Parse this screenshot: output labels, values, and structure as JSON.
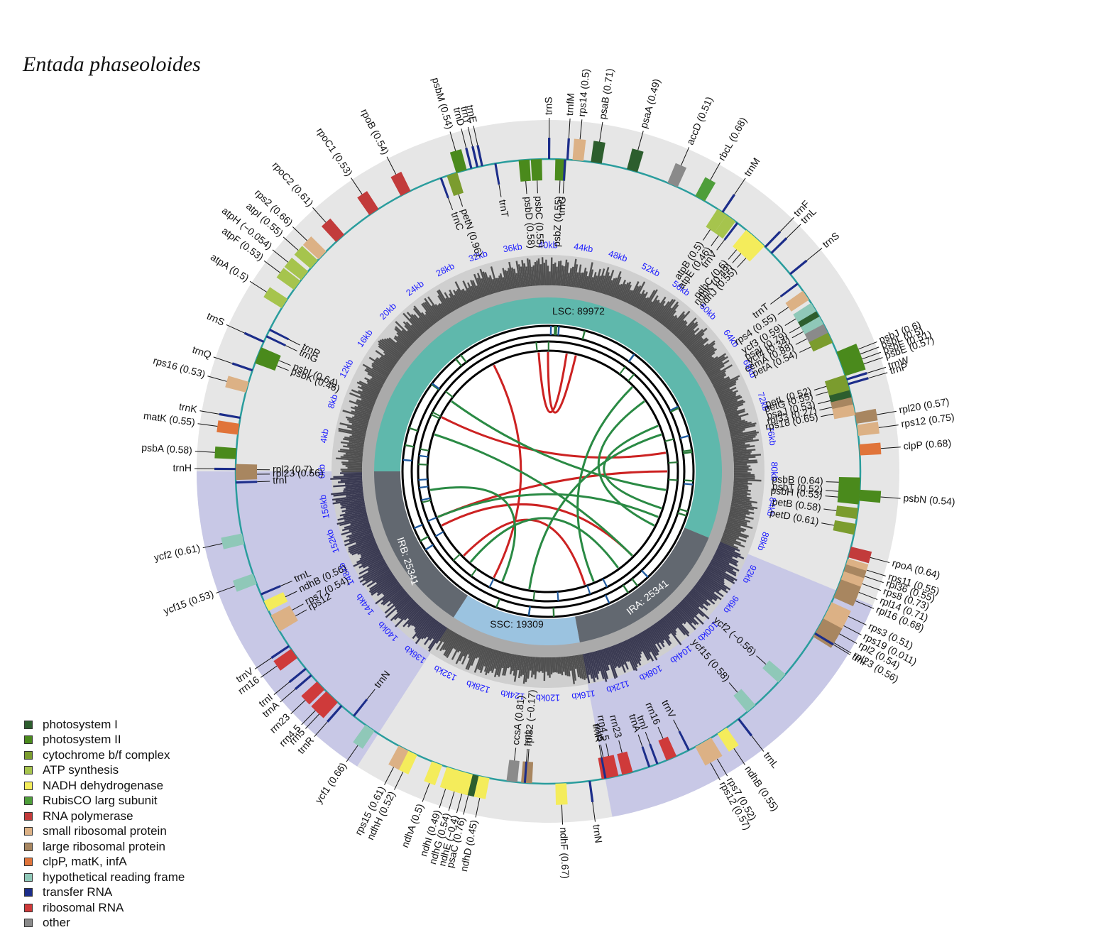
{
  "title": "Entada phaseoloides",
  "genome_length": 160000,
  "colors": {
    "psI": "#2d5e2e",
    "psII": "#4a8a1c",
    "cyt": "#7b9c2e",
    "atp": "#a6c44d",
    "ndh": "#f4ec5b",
    "rbcL": "#4e9e3a",
    "rpo": "#c23b3b",
    "rps": "#dcb185",
    "rpl": "#a88660",
    "clp": "#e0743a",
    "ycf": "#8fc8b8",
    "trna": "#1c2d8a",
    "rrna": "#cf3a3a",
    "other": "#8a8a8a"
  },
  "legend": [
    {
      "label": "photosystem I",
      "color": "#2d5e2e"
    },
    {
      "label": "photosystem II",
      "color": "#4a8a1c"
    },
    {
      "label": "cytochrome b/f complex",
      "color": "#7b9c2e"
    },
    {
      "label": "ATP synthesis",
      "color": "#a6c44d"
    },
    {
      "label": "NADH dehydrogenase",
      "color": "#f4ec5b"
    },
    {
      "label": "RubisCO larg subunit",
      "color": "#4e9e3a"
    },
    {
      "label": "RNA polymerase",
      "color": "#c23b3b"
    },
    {
      "label": "small ribosomal protein",
      "color": "#dcb185"
    },
    {
      "label": "large ribosomal protein",
      "color": "#a88660"
    },
    {
      "label": "clpP, matK, infA",
      "color": "#e0743a"
    },
    {
      "label": "hypothetical reading frame",
      "color": "#8fc8b8"
    },
    {
      "label": "transfer RNA",
      "color": "#1c2d8a"
    },
    {
      "label": "ribosomal RNA",
      "color": "#cf3a3a"
    },
    {
      "label": "other",
      "color": "#8a8a8a"
    }
  ],
  "regions": [
    {
      "name": "LSC",
      "label": "LSC: 89972",
      "length": 89972
    },
    {
      "name": "IRA",
      "label": "IRA: 25341",
      "length": 25341
    },
    {
      "name": "SSC",
      "label": "SSC: 19309",
      "length": 19309
    },
    {
      "name": "IRB",
      "label": "IRB: 25341",
      "length": 25341
    }
  ],
  "ticks": [
    "0kb",
    "4kb",
    "8kb",
    "12kb",
    "16kb",
    "20kb",
    "24kb",
    "28kb",
    "32kb",
    "36kb",
    "40kb",
    "44kb",
    "48kb",
    "52kb",
    "56kb",
    "60kb",
    "64kb",
    "68kb",
    "72kb",
    "76kb",
    "80kb",
    "84kb",
    "88kb",
    "92kb",
    "96kb",
    "100kb",
    "104kb",
    "108kb",
    "112kb",
    "116kb",
    "120kb",
    "124kb",
    "128kb",
    "132kb",
    "136kb",
    "140kb",
    "144kb",
    "148kb",
    "152kb",
    "156kb"
  ],
  "genes": [
    {
      "label": "psbA (0.58)",
      "kb": 1,
      "strand": "out",
      "cat": "psII"
    },
    {
      "label": "trnH",
      "kb": 0.1,
      "strand": "out",
      "cat": "trna"
    },
    {
      "label": "matK (0.55)",
      "kb": 3,
      "strand": "out",
      "cat": "clp"
    },
    {
      "label": "trnK",
      "kb": 4.3,
      "strand": "out",
      "cat": "trna"
    },
    {
      "label": "rps16 (0.53)",
      "kb": 6.5,
      "strand": "out",
      "cat": "rps"
    },
    {
      "label": "trnQ",
      "kb": 8.3,
      "strand": "out",
      "cat": "trna"
    },
    {
      "label": "psbK (0.46)",
      "kb": 9.0,
      "strand": "in",
      "cat": "psII"
    },
    {
      "label": "psbI (0.64)",
      "kb": 9.5,
      "strand": "in",
      "cat": "psII"
    },
    {
      "label": "trnS",
      "kb": 10.8,
      "strand": "out",
      "cat": "trna"
    },
    {
      "label": "trnG",
      "kb": 11.3,
      "strand": "in",
      "cat": "trna"
    },
    {
      "label": "trnR",
      "kb": 11.9,
      "strand": "in",
      "cat": "trna"
    },
    {
      "label": "atpA (0.5)",
      "kb": 14.0,
      "strand": "out",
      "cat": "atp"
    },
    {
      "label": "atpF (0.53)",
      "kb": 15.8,
      "strand": "out",
      "cat": "atp"
    },
    {
      "label": "atpH (−0.054)",
      "kb": 16.8,
      "strand": "out",
      "cat": "atp"
    },
    {
      "label": "atpI (0.55)",
      "kb": 18.0,
      "strand": "out",
      "cat": "atp"
    },
    {
      "label": "rps2 (0.66)",
      "kb": 19.0,
      "strand": "out",
      "cat": "rps"
    },
    {
      "label": "rpoC2 (0.61)",
      "kb": 21.0,
      "strand": "out",
      "cat": "rpo"
    },
    {
      "label": "rpoC1 (0.53)",
      "kb": 24.5,
      "strand": "out",
      "cat": "rpo"
    },
    {
      "label": "rpoB (0.54)",
      "kb": 27.5,
      "strand": "out",
      "cat": "rpo"
    },
    {
      "label": "trnC",
      "kb": 31.0,
      "strand": "in",
      "cat": "trna"
    },
    {
      "label": "petN (0.96)",
      "kb": 31.6,
      "strand": "in",
      "cat": "cyt"
    },
    {
      "label": "psbM (0.54)",
      "kb": 32.4,
      "strand": "out",
      "cat": "psII"
    },
    {
      "label": "trnD",
      "kb": 33.6,
      "strand": "out",
      "cat": "trna"
    },
    {
      "label": "trnY",
      "kb": 34.1,
      "strand": "out",
      "cat": "trna"
    },
    {
      "label": "trnE",
      "kb": 34.5,
      "strand": "out",
      "cat": "trna"
    },
    {
      "label": "trnT",
      "kb": 35.6,
      "strand": "in",
      "cat": "trna"
    },
    {
      "label": "psbD (0.58)",
      "kb": 37.6,
      "strand": "in",
      "cat": "psII"
    },
    {
      "label": "psbC (0.55)",
      "kb": 38.6,
      "strand": "in",
      "cat": "psII"
    },
    {
      "label": "trnS",
      "kb": 40.0,
      "strand": "out",
      "cat": "trna"
    },
    {
      "label": "psbZ (0.55)",
      "kb": 40.6,
      "strand": "in",
      "cat": "psII"
    },
    {
      "label": "trnG",
      "kb": 41.3,
      "strand": "in",
      "cat": "trna"
    },
    {
      "label": "trnfM",
      "kb": 41.5,
      "strand": "out",
      "cat": "trna"
    },
    {
      "label": "rps14 (0.5)",
      "kb": 42.0,
      "strand": "out",
      "cat": "rps"
    },
    {
      "label": "psaB (0.71)",
      "kb": 43.5,
      "strand": "out",
      "cat": "psI"
    },
    {
      "label": "psaA (0.49)",
      "kb": 46.5,
      "strand": "out",
      "cat": "psI"
    },
    {
      "label": "accD (0.51)",
      "kb": 50.0,
      "strand": "out",
      "cat": "other"
    },
    {
      "label": "rbcL (0.68)",
      "kb": 52.5,
      "strand": "out",
      "cat": "rbcL"
    },
    {
      "label": "trnM",
      "kb": 55.0,
      "strand": "out",
      "cat": "trna"
    },
    {
      "label": "atpB (0.5)",
      "kb": 54.6,
      "strand": "in",
      "cat": "atp"
    },
    {
      "label": "atpE (0.46)",
      "kb": 55.5,
      "strand": "in",
      "cat": "atp"
    },
    {
      "label": "trnV",
      "kb": 56.5,
      "strand": "in",
      "cat": "trna"
    },
    {
      "label": "ndhC (0.6)",
      "kb": 57.5,
      "strand": "in",
      "cat": "ndh"
    },
    {
      "label": "ndhK (0.49)",
      "kb": 58.0,
      "strand": "in",
      "cat": "ndh"
    },
    {
      "label": "ndhJ (0.55)",
      "kb": 58.6,
      "strand": "in",
      "cat": "ndh"
    },
    {
      "label": "trnF",
      "kb": 59.5,
      "strand": "out",
      "cat": "trna"
    },
    {
      "label": "trnL",
      "kb": 60.2,
      "strand": "out",
      "cat": "trna"
    },
    {
      "label": "trnS",
      "kb": 62.5,
      "strand": "out",
      "cat": "trna"
    },
    {
      "label": "trnT",
      "kb": 63.5,
      "strand": "in",
      "cat": "trna"
    },
    {
      "label": "rps4 (0.55)",
      "kb": 64.3,
      "strand": "in",
      "cat": "rps"
    },
    {
      "label": "ycf3 (0.59)",
      "kb": 65.5,
      "strand": "in",
      "cat": "ycf"
    },
    {
      "label": "psaI (0.79)",
      "kb": 66.3,
      "strand": "in",
      "cat": "psI"
    },
    {
      "label": "ycf4 (0.34)",
      "kb": 66.8,
      "strand": "in",
      "cat": "ycf"
    },
    {
      "label": "cemA (0.88)",
      "kb": 67.5,
      "strand": "in",
      "cat": "other"
    },
    {
      "label": "petA (0.54)",
      "kb": 68.3,
      "strand": "in",
      "cat": "cyt"
    },
    {
      "label": "psbJ (0.6)",
      "kb": 70.0,
      "strand": "out",
      "cat": "psII"
    },
    {
      "label": "psbL (0.5)",
      "kb": 70.4,
      "strand": "out",
      "cat": "psII"
    },
    {
      "label": "psbF (0.51)",
      "kb": 70.8,
      "strand": "out",
      "cat": "psII"
    },
    {
      "label": "psbE (0.57)",
      "kb": 71.2,
      "strand": "out",
      "cat": "psII"
    },
    {
      "label": "trnW",
      "kb": 72.3,
      "strand": "out",
      "cat": "trna"
    },
    {
      "label": "trnP",
      "kb": 72.7,
      "strand": "out",
      "cat": "trna"
    },
    {
      "label": "petL (0.52)",
      "kb": 72.0,
      "strand": "in",
      "cat": "cyt"
    },
    {
      "label": "petG (0.55)",
      "kb": 72.5,
      "strand": "in",
      "cat": "cyt"
    },
    {
      "label": "psaJ (0.53)",
      "kb": 73.3,
      "strand": "in",
      "cat": "psI"
    },
    {
      "label": "rpl33 (0.27)",
      "kb": 73.9,
      "strand": "in",
      "cat": "rpl"
    },
    {
      "label": "rps18 (0.65)",
      "kb": 74.5,
      "strand": "in",
      "cat": "rps"
    },
    {
      "label": "rpl20 (0.57)",
      "kb": 75.2,
      "strand": "out",
      "cat": "rpl"
    },
    {
      "label": "rps12 (0.75)",
      "kb": 76.2,
      "strand": "out",
      "cat": "rps"
    },
    {
      "label": "clpP (0.68)",
      "kb": 77.8,
      "strand": "out",
      "cat": "clp"
    },
    {
      "label": "psbB (0.64)",
      "kb": 80.5,
      "strand": "in",
      "cat": "psII"
    },
    {
      "label": "psbT (0.52)",
      "kb": 81.3,
      "strand": "in",
      "cat": "psII"
    },
    {
      "label": "psbN (0.54)",
      "kb": 81.5,
      "strand": "out",
      "cat": "psII"
    },
    {
      "label": "psbH (0.53)",
      "kb": 81.8,
      "strand": "in",
      "cat": "psII"
    },
    {
      "label": "petB (0.58)",
      "kb": 83.0,
      "strand": "in",
      "cat": "cyt"
    },
    {
      "label": "petD (0.61)",
      "kb": 84.3,
      "strand": "in",
      "cat": "cyt"
    },
    {
      "label": "rpoA (0.64)",
      "kb": 86.2,
      "strand": "out",
      "cat": "rpo"
    },
    {
      "label": "rps11 (0.55)",
      "kb": 87.2,
      "strand": "out",
      "cat": "rps"
    },
    {
      "label": "rpl36 (0.55)",
      "kb": 87.7,
      "strand": "out",
      "cat": "rpl"
    },
    {
      "label": "rps8 (0.73)",
      "kb": 88.3,
      "strand": "out",
      "cat": "rps"
    },
    {
      "label": "rpl14 (0.71)",
      "kb": 89.0,
      "strand": "out",
      "cat": "rpl"
    },
    {
      "label": "rpl16 (0.68)",
      "kb": 89.7,
      "strand": "out",
      "cat": "rpl"
    },
    {
      "label": "rps3 (0.51)",
      "kb": 91.0,
      "strand": "out",
      "cat": "rps"
    },
    {
      "label": "rps19 (0.011)",
      "kb": 91.8,
      "strand": "out",
      "cat": "rps"
    },
    {
      "label": "rpl2 (0.54)",
      "kb": 92.5,
      "strand": "out",
      "cat": "rpl"
    },
    {
      "label": "rpl23 (0.56)",
      "kb": 93.3,
      "strand": "out",
      "cat": "rpl"
    },
    {
      "label": "trnI",
      "kb": 93.8,
      "strand": "out",
      "cat": "trna"
    },
    {
      "label": "ycf2 (−0.56)",
      "kb": 98.0,
      "strand": "in",
      "cat": "ycf"
    },
    {
      "label": "ycf15 (0.58)",
      "kb": 101.5,
      "strand": "in",
      "cat": "ycf"
    },
    {
      "label": "trnL",
      "kb": 103.2,
      "strand": "out",
      "cat": "trna"
    },
    {
      "label": "ndhB (0.55)",
      "kb": 104.5,
      "strand": "out",
      "cat": "ndh"
    },
    {
      "label": "rps7 (0.52)",
      "kb": 106.0,
      "strand": "out",
      "cat": "rps"
    },
    {
      "label": "rps12 (0.57)",
      "kb": 106.6,
      "strand": "out",
      "cat": "rps"
    },
    {
      "label": "trnV",
      "kb": 108.0,
      "strand": "in",
      "cat": "trna"
    },
    {
      "label": "rrn16",
      "kb": 109.2,
      "strand": "in",
      "cat": "rrna"
    },
    {
      "label": "trnI",
      "kb": 110.8,
      "strand": "in",
      "cat": "trna"
    },
    {
      "label": "trnA",
      "kb": 111.5,
      "strand": "in",
      "cat": "trna"
    },
    {
      "label": "rrn23",
      "kb": 113.0,
      "strand": "in",
      "cat": "rrna"
    },
    {
      "label": "rrn4.5",
      "kb": 114.2,
      "strand": "in",
      "cat": "rrna"
    },
    {
      "label": "rrn5",
      "kb": 114.7,
      "strand": "in",
      "cat": "rrna"
    },
    {
      "label": "trnR",
      "kb": 115.2,
      "strand": "in",
      "cat": "trna"
    },
    {
      "label": "trnN",
      "kb": 116.5,
      "strand": "out",
      "cat": "trna"
    },
    {
      "label": "ndhF (0.67)",
      "kb": 118.5,
      "strand": "out",
      "cat": "ndh"
    },
    {
      "label": "rpl32 (−0.17)",
      "kb": 121.3,
      "strand": "in",
      "cat": "rpl"
    },
    {
      "label": "trnL",
      "kb": 121.8,
      "strand": "in",
      "cat": "trna"
    },
    {
      "label": "ccsA (0.81)",
      "kb": 122.5,
      "strand": "in",
      "cat": "other"
    },
    {
      "label": "ndhD (0.45)",
      "kb": 124.8,
      "strand": "out",
      "cat": "ndh"
    },
    {
      "label": "psaC (0.76)",
      "kb": 125.7,
      "strand": "out",
      "cat": "psI"
    },
    {
      "label": "ndhE (−0.4)",
      "kb": 126.2,
      "strand": "out",
      "cat": "ndh"
    },
    {
      "label": "ndhG (0.54)",
      "kb": 126.8,
      "strand": "out",
      "cat": "ndh"
    },
    {
      "label": "ndhI (0.49)",
      "kb": 127.5,
      "strand": "out",
      "cat": "ndh"
    },
    {
      "label": "ndhA (0.5)",
      "kb": 128.8,
      "strand": "out",
      "cat": "ndh"
    },
    {
      "label": "ndhH (0.52)",
      "kb": 131.0,
      "strand": "out",
      "cat": "ndh"
    },
    {
      "label": "rps15 (0.61)",
      "kb": 131.8,
      "strand": "out",
      "cat": "rps"
    },
    {
      "label": "ycf1 (0.66)",
      "kb": 135.0,
      "strand": "out",
      "cat": "ycf"
    },
    {
      "label": "trnN",
      "kb": 137.0,
      "strand": "in",
      "cat": "trna"
    },
    {
      "label": "trnR",
      "kb": 138.3,
      "strand": "out",
      "cat": "trna"
    },
    {
      "label": "rrn5",
      "kb": 138.8,
      "strand": "out",
      "cat": "rrna"
    },
    {
      "label": "rrn4.5",
      "kb": 139.2,
      "strand": "out",
      "cat": "rrna"
    },
    {
      "label": "rrn23",
      "kb": 140.3,
      "strand": "out",
      "cat": "rrna"
    },
    {
      "label": "trnA",
      "kb": 141.8,
      "strand": "out",
      "cat": "trna"
    },
    {
      "label": "trnI",
      "kb": 142.5,
      "strand": "out",
      "cat": "trna"
    },
    {
      "label": "rrn16",
      "kb": 143.7,
      "strand": "out",
      "cat": "rrna"
    },
    {
      "label": "trnV",
      "kb": 144.8,
      "strand": "out",
      "cat": "trna"
    },
    {
      "label": "rps12",
      "kb": 146.3,
      "strand": "in",
      "cat": "rps"
    },
    {
      "label": "rps7 (0.54)",
      "kb": 146.9,
      "strand": "in",
      "cat": "rps"
    },
    {
      "label": "ndhB (0.56)",
      "kb": 148.2,
      "strand": "in",
      "cat": "ndh"
    },
    {
      "label": "trnL",
      "kb": 149.6,
      "strand": "in",
      "cat": "trna"
    },
    {
      "label": "ycf15 (0.53)",
      "kb": 150.6,
      "strand": "out",
      "cat": "ycf"
    },
    {
      "label": "ycf2 (0.61)",
      "kb": 154.0,
      "strand": "out",
      "cat": "ycf"
    },
    {
      "label": "trnI",
      "kb": 159.0,
      "strand": "in",
      "cat": "trna"
    },
    {
      "label": "rpl23 (0.56)",
      "kb": 159.3,
      "strand": "in",
      "cat": "rpl"
    },
    {
      "label": "rpl2 (0.7)",
      "kb": 159.7,
      "strand": "in",
      "cat": "rpl"
    }
  ]
}
